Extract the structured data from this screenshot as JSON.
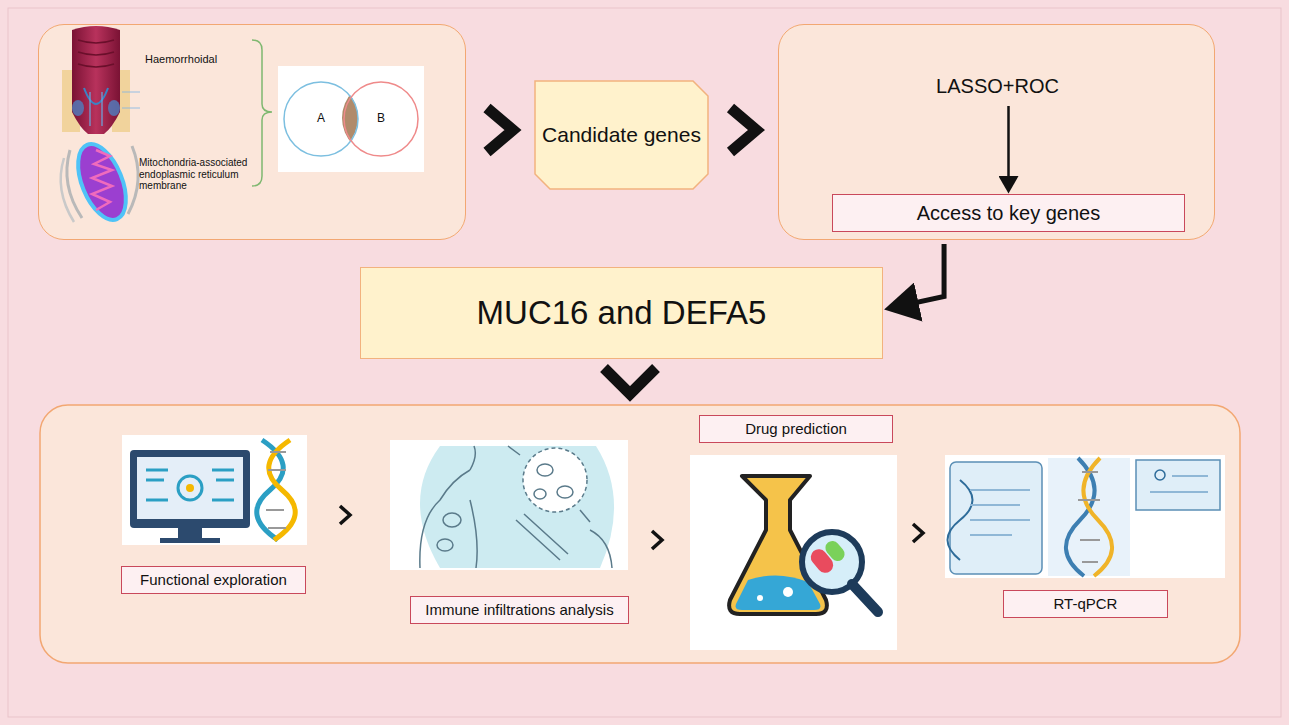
{
  "diagram": {
    "nodes": [
      {
        "text": [
          "Haemorrhoidal",
          "Mitochondria-associated endoplasmic reticulum membrane"
        ]
      },
      {
        "text": [
          "A"
        ],
        "in": 0
      },
      {
        "text": [
          "B"
        ],
        "in": 0
      },
      {
        "text": [
          "Candidate genes"
        ]
      },
      {
        "text": [
          "LASSO+ROC"
        ]
      },
      {
        "text": [
          "Access to key genes"
        ],
        "in": 4
      },
      {
        "text": [
          "MUC16 and DEFA5"
        ]
      },
      {
        "text": [
          "Functional exploration"
        ]
      },
      {
        "text": [
          "Immune infiltrations analysis"
        ]
      },
      {
        "text": [
          "Drug prediction"
        ]
      },
      {
        "text": [
          "RT-qPCR"
        ]
      }
    ],
    "edges": [
      {
        "from": 0,
        "to": 3,
        "arrow": "to"
      },
      {
        "from": 3,
        "to": 4,
        "arrow": "to"
      },
      {
        "from": 4,
        "to": 5,
        "arrow": "to"
      },
      {
        "from": 4,
        "to": 6,
        "arrow": "to"
      },
      {
        "from": 7,
        "to": 8,
        "arrow": "to"
      },
      {
        "from": 8,
        "to": 9,
        "arrow": "to"
      },
      {
        "from": 9,
        "to": 10,
        "arrow": "to"
      }
    ]
  }
}
